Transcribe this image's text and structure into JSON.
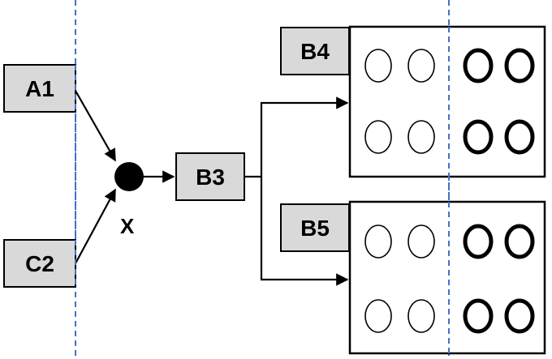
{
  "nodes": {
    "a1": "A1",
    "c2": "C2",
    "b3": "B3",
    "b4": "B4",
    "b5": "B5",
    "junction": "X"
  },
  "colors": {
    "node_fill": "#d9d9d9",
    "guide_line": "#4472c4",
    "stroke": "#000000"
  },
  "panels": [
    {
      "id": "B4",
      "rows": 2,
      "thin_circles_per_row": 2,
      "thick_circles_per_row": 2
    },
    {
      "id": "B5",
      "rows": 2,
      "thin_circles_per_row": 2,
      "thick_circles_per_row": 2
    }
  ]
}
